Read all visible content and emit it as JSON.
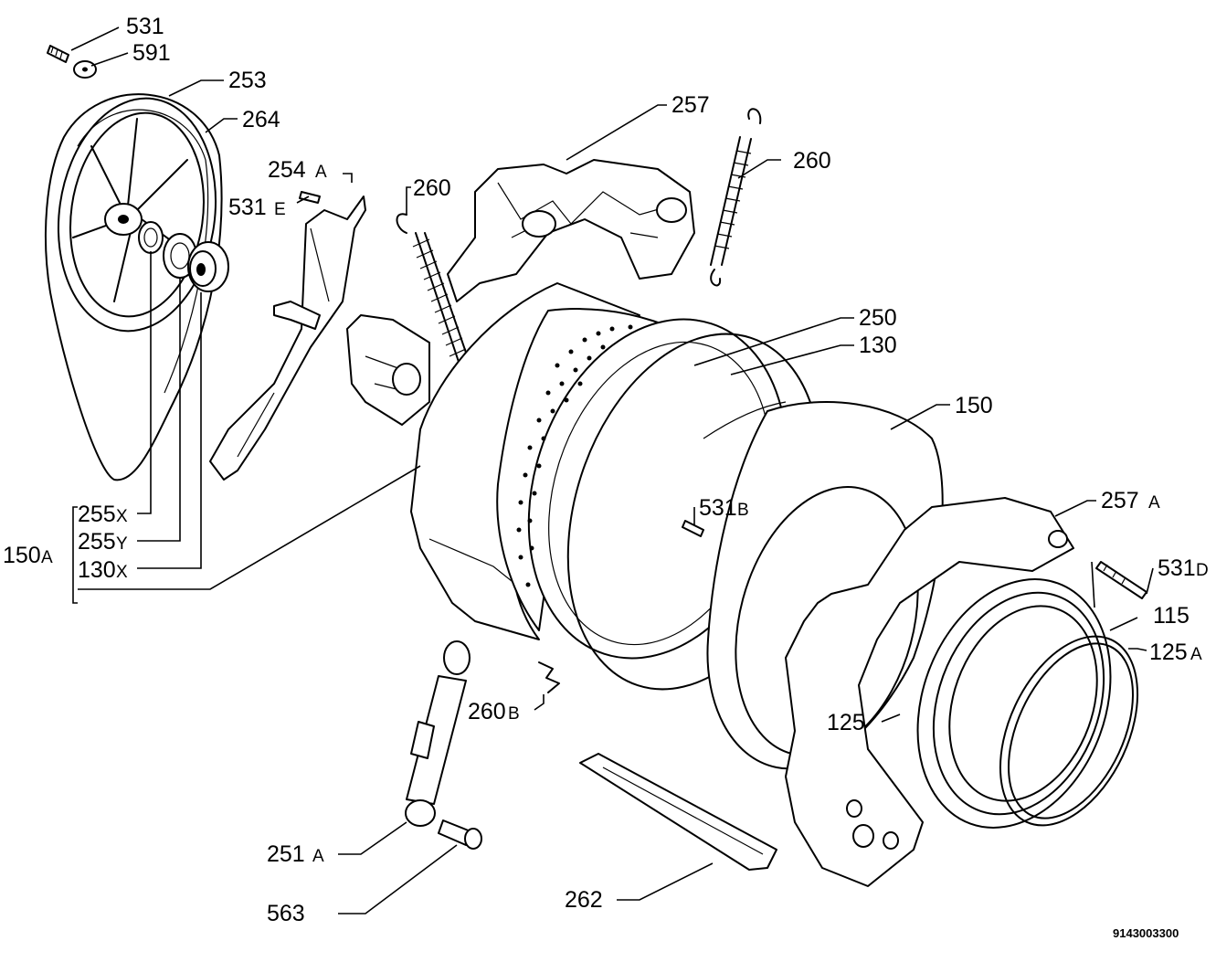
{
  "drawing_number": "9143003300",
  "labels": {
    "p531": {
      "num": "531",
      "suf": ""
    },
    "p591": {
      "num": "591",
      "suf": ""
    },
    "p253": {
      "num": "253",
      "suf": ""
    },
    "p264": {
      "num": "264",
      "suf": ""
    },
    "p254a": {
      "num": "254",
      "suf": "A"
    },
    "p531e": {
      "num": "531",
      "suf": "E"
    },
    "p260a": {
      "num": "260",
      "suf": ""
    },
    "p257": {
      "num": "257",
      "suf": ""
    },
    "p260b": {
      "num": "260",
      "suf": ""
    },
    "p250": {
      "num": "250",
      "suf": ""
    },
    "p130": {
      "num": "130",
      "suf": ""
    },
    "p150": {
      "num": "150",
      "suf": ""
    },
    "p255x": {
      "num": "255",
      "suf": "X"
    },
    "p255y": {
      "num": "255",
      "suf": "Y"
    },
    "p150a": {
      "num": "150",
      "suf": "A"
    },
    "p130x": {
      "num": "130",
      "suf": "X"
    },
    "p531b": {
      "num": "531",
      "suf": "B"
    },
    "p257a": {
      "num": "257",
      "suf": "A"
    },
    "p531d": {
      "num": "531",
      "suf": "D"
    },
    "p115": {
      "num": "115",
      "suf": ""
    },
    "p125a": {
      "num": "125",
      "suf": "A"
    },
    "p260bb": {
      "num": "260",
      "suf": "B"
    },
    "p125": {
      "num": "125",
      "suf": ""
    },
    "p251a": {
      "num": "251",
      "suf": "A"
    },
    "p563": {
      "num": "563",
      "suf": ""
    },
    "p262": {
      "num": "262",
      "suf": ""
    }
  }
}
